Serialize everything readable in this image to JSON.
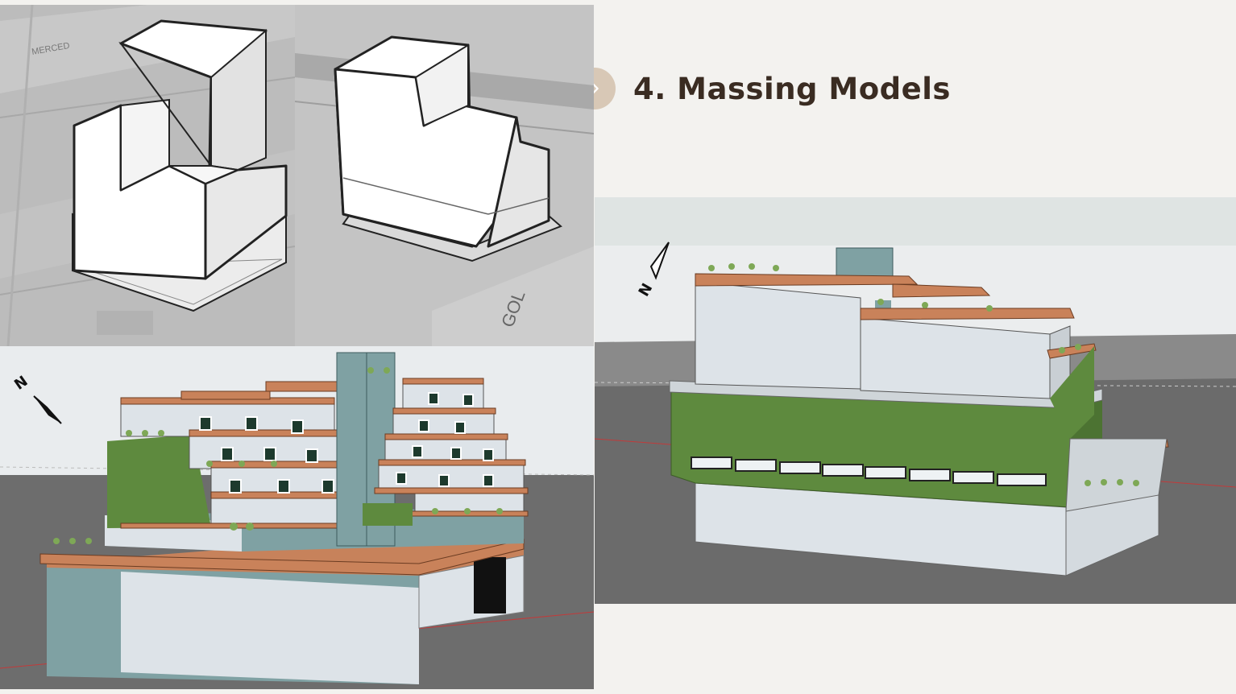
{
  "slide": {
    "title": "4. Massing Models",
    "next_icon": "chevron-right-icon",
    "accent_color": "#d8c8b6",
    "title_color": "#3a2c22"
  },
  "massing_1": {
    "street_label": "MERCED"
  },
  "massing_2": {
    "street_label": "GOL"
  },
  "render_1": {
    "compass_icon": "north-arrow-icon",
    "compass_letter": "N"
  },
  "render_2": {
    "compass_icon": "north-arrow-icon",
    "compass_letter": "N"
  },
  "colors": {
    "terracotta": "#c9825a",
    "green_wall": "#5e8a3e",
    "glass": "#7fa1a3",
    "wall": "#dde3e8"
  }
}
